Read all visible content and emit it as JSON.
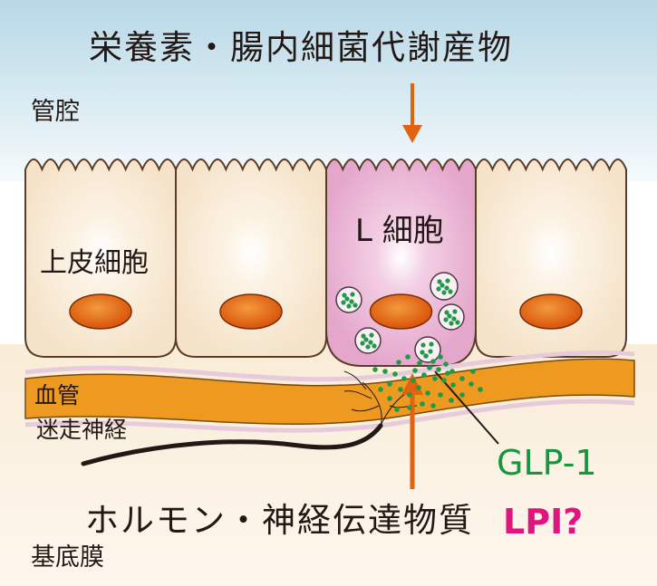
{
  "labels": {
    "top_input": "栄養素・腸内細菌代謝産物",
    "lumen": "管腔",
    "epithelial_cell": "上皮細胞",
    "l_cell": "L 細胞",
    "blood_vessel": "血管",
    "vagus_nerve": "迷走神経",
    "glp1": "GLP-1",
    "bottom_output": "ホルモン・神経伝達物質",
    "lpi": "LPI?",
    "basement_membrane": "基底膜"
  },
  "colors": {
    "lumen_top": "#bcdce9",
    "epithelial_fill": "#f8ebd6",
    "l_cell_fill": "#e8b4d3",
    "nucleus": "#e2620f",
    "blood_vessel": "#ef9a1e",
    "vessel_edge": "#ead3e0",
    "arrow": "#e2620f",
    "granule": "#1e9b48",
    "glp1_text": "#16963f",
    "lpi_text": "#e0157f",
    "basal_fill": "#fbefdc"
  },
  "icons": {
    "input_arrow": "arrow-down-icon",
    "output_arrow": "arrow-up-icon"
  }
}
